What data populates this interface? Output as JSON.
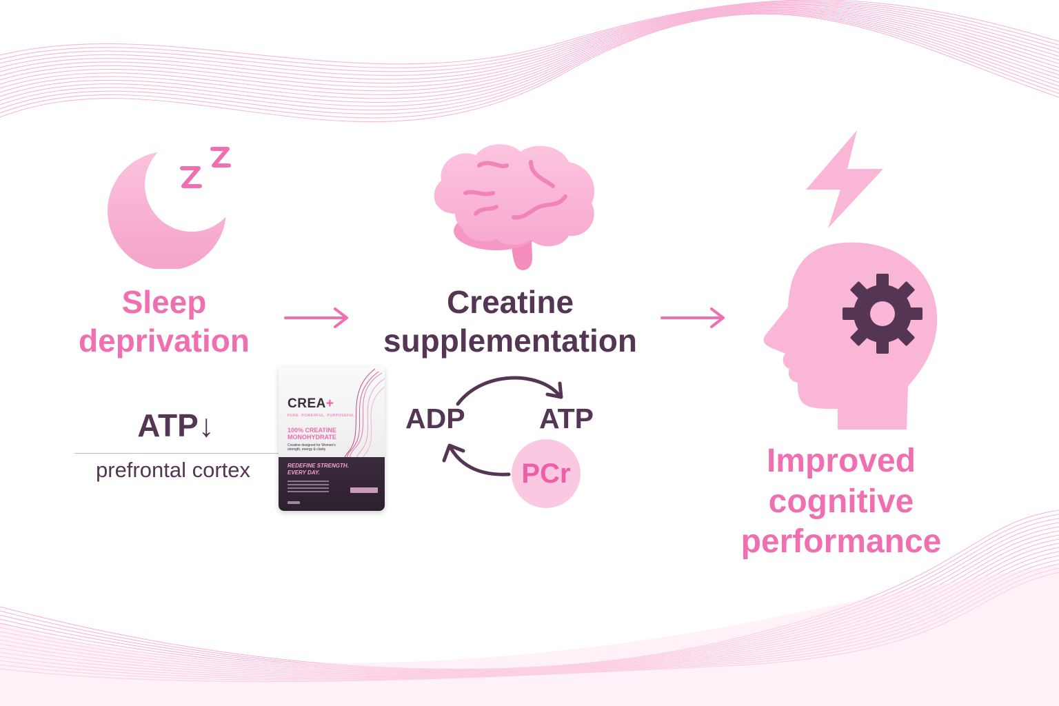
{
  "steps": {
    "sleep": {
      "line1": "Sleep",
      "line2": "deprivation"
    },
    "creatine": {
      "line1": "Creatine",
      "line2": "supplementation"
    },
    "improved": {
      "line1": "Improved",
      "line2": "cognitive",
      "line3": "performance"
    }
  },
  "sleep_detail": {
    "atp": "ATP↓",
    "region": "prefrontal cortex"
  },
  "cycle": {
    "adp": "ADP",
    "atp": "ATP",
    "pcr": "PCr"
  },
  "product": {
    "brand": "CREA",
    "brand_plus": "+",
    "tagline": "PURE. POWERFUL. PURPOSEFUL",
    "name_line1": "100% CREATINE",
    "name_line2": "MONOHYDRATE",
    "description": "Creatine designed for Women's strength, energy & clarity",
    "slogan_line1": "REDEFINE STRENGTH.",
    "slogan_line2": "EVERY DAY."
  },
  "colors": {
    "pink": "#f06fb0",
    "light_pink": "#f9b6d6",
    "plum": "#553554"
  },
  "icons": [
    "crescent-moon-icon",
    "sleep-zz-icon",
    "brain-icon",
    "lightning-bolt-icon",
    "head-profile-icon",
    "gear-icon",
    "arrow-right-icon",
    "cycle-arrow-icon"
  ]
}
